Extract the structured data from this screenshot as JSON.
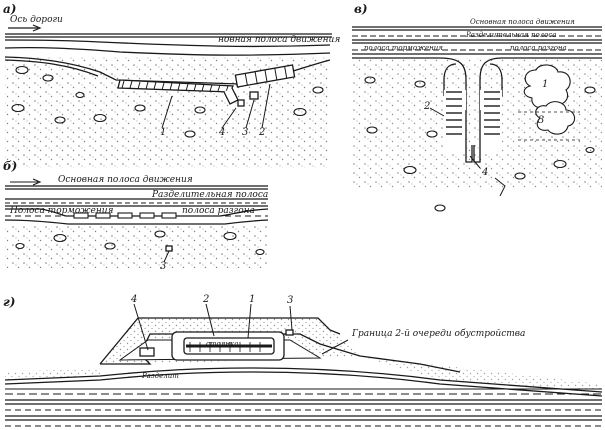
{
  "panels": {
    "a": "а)",
    "b": "б)",
    "v": "в)",
    "g": "г)"
  },
  "labels": {
    "road_axis": "Ось дороги",
    "main_lane_a": "новная полоса движения",
    "main_lane_b": "Основная полоса движения",
    "divider_b": "Разделительная полоса",
    "decel_b": "Полоса торможения",
    "accel_b": "полоса разгона",
    "v_top": "Основная полоса движения",
    "v_divider": "Разделительная полоса",
    "v_decel": "полоса торможения",
    "v_accel": "полоса разгона",
    "boundary_g": "Граница 2-й очереди обустройства",
    "g_small_left": "Разделит",
    "g_small_mid": "стоянка"
  },
  "numbers": {
    "a1": "1",
    "a2": "2",
    "a3": "3",
    "a4": "4",
    "b3": "3",
    "v1": "1",
    "v2": "2",
    "v3": "3",
    "v4": "4",
    "g1": "1",
    "g2": "2",
    "g3": "3",
    "g4": "4"
  },
  "colors": {
    "ink": "#1a1a1a",
    "paper": "#ffffff"
  }
}
